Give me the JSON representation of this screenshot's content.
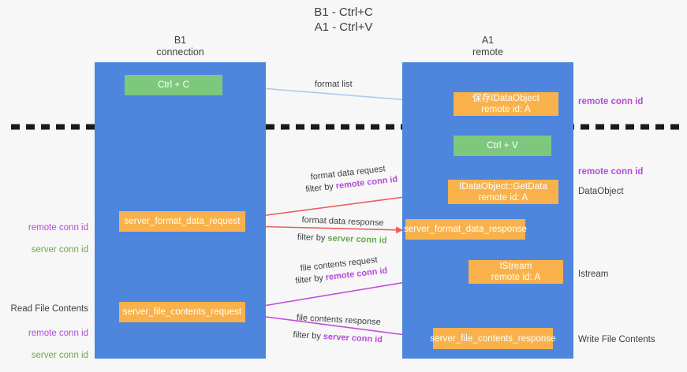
{
  "title": "B1 - Ctrl+C\nA1 - Ctrl+V",
  "columns": [
    {
      "name": "b1",
      "label": "B1\nconnection"
    },
    {
      "name": "a1",
      "label": "A1\nremote"
    }
  ],
  "nodes": {
    "ctrl_c": "Ctrl + C",
    "idataobject": "保存IDataObject\nremote id: A",
    "ctrl_v": "Ctrl + V",
    "getdata": "IDataObject::GetData\nremote id: A",
    "server_format_data_request": "server_format_data_request",
    "server_format_data_response": "server_format_data_response",
    "istream": "IStream\nremote id: A",
    "server_file_contents_request": "server_file_contents_request",
    "server_file_contents_response": "server_file_contents_response"
  },
  "edge_labels": {
    "format_list": "format list",
    "format_data_request": "format data request",
    "format_data_request_filter_prefix": "filter by ",
    "format_data_request_filter_key": "remote conn id",
    "format_data_response": "format data response",
    "format_data_response_filter_prefix": "filter by ",
    "format_data_response_filter_key": "server conn id",
    "file_contents_request": "file contents request",
    "file_contents_request_filter_prefix": "filter by ",
    "file_contents_request_filter_key": "remote conn id",
    "file_contents_response": "file contents response",
    "file_contents_response_filter_prefix": "filter by ",
    "file_contents_response_filter_key": "server conn id"
  },
  "annotations": {
    "right_remote_top": "remote conn id",
    "right_remote_mid": "remote conn id",
    "right_dataobject": "DataObject",
    "right_istream": "Istream",
    "right_write_file_contents": "Write File Contents",
    "left_remote_conn_id": "remote conn id",
    "left_server_conn_id": "server conn id",
    "left_read_file_contents": "Read File Contents",
    "left_remote_conn_id_2": "remote conn id",
    "left_server_conn_id_2": "server conn id"
  },
  "colors": {
    "lane": "#4e85dd",
    "green_node": "#7ec87e",
    "orange_node": "#f9b24b",
    "remote_conn_id": "#b44bd8",
    "server_conn_id": "#6aa84f",
    "format_arrow": "#a8cdf0",
    "data_arrow": "#ea5f5f",
    "file_arrow": "#c44be0",
    "black_arrow": "#1a1a1a",
    "divider": "#1a1a1a",
    "background": "#f7f7f7"
  }
}
